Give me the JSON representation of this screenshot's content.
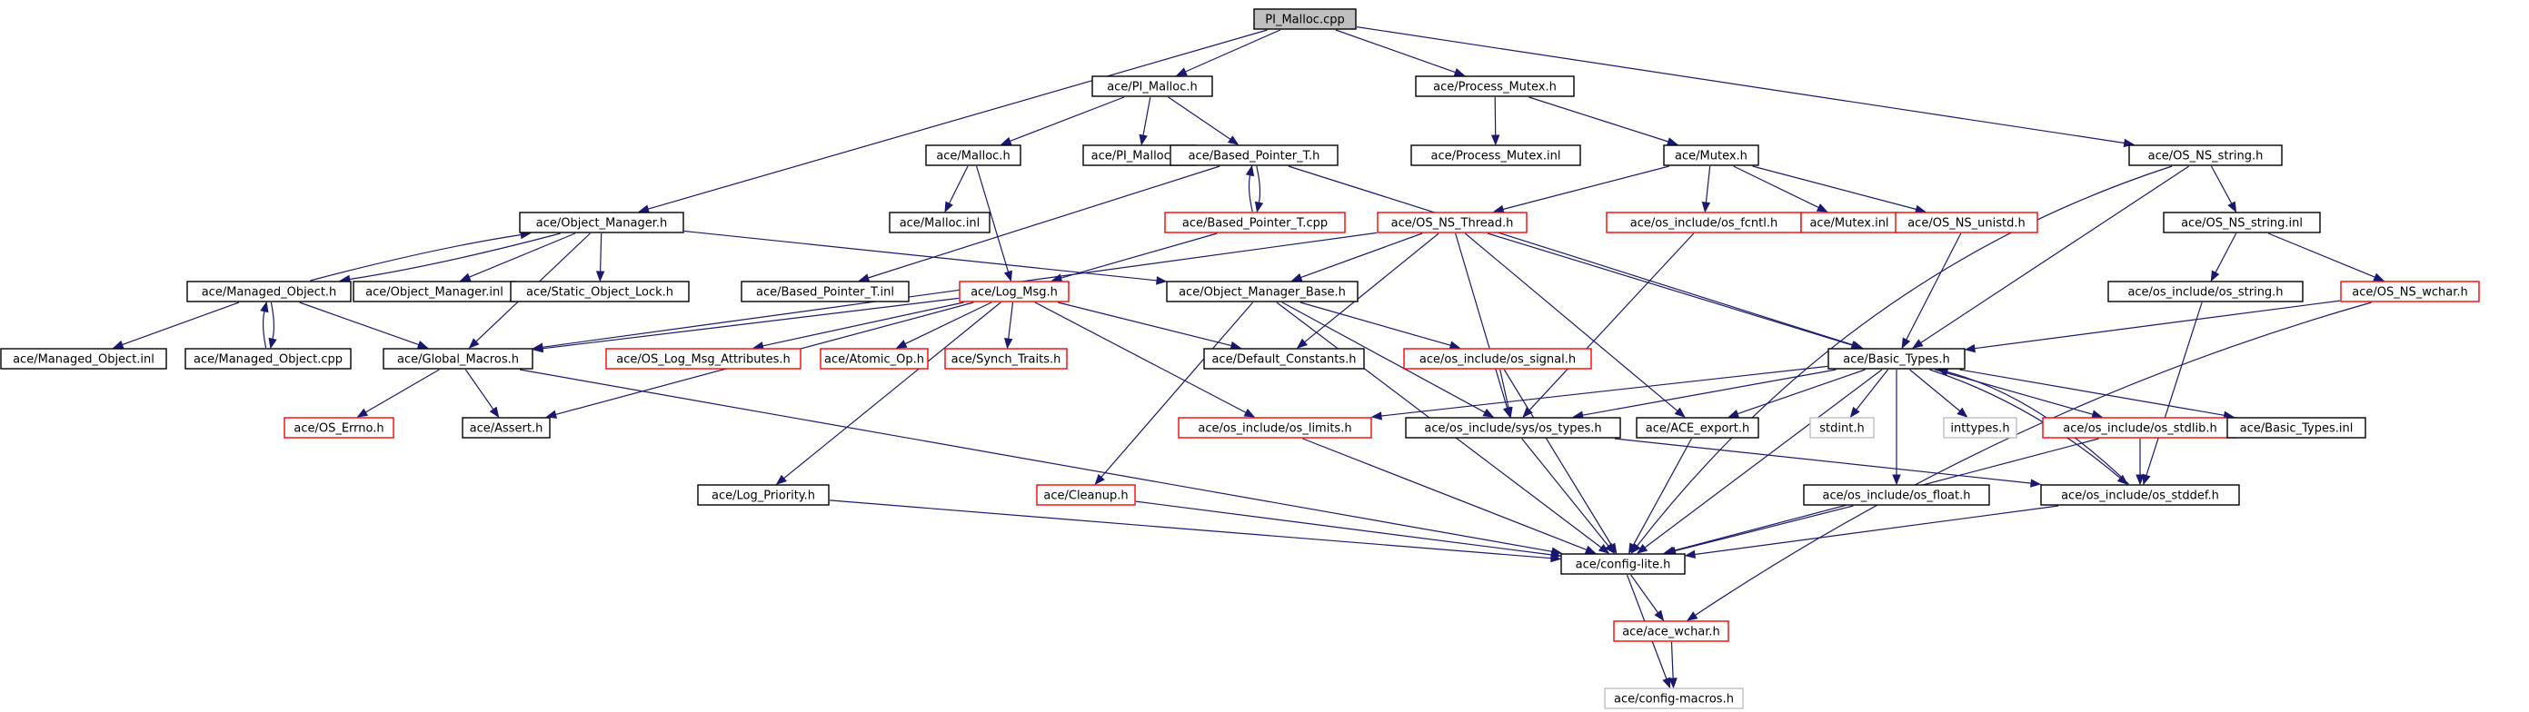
{
  "colors": {
    "edge": "#191970",
    "border_linked": "#000000",
    "border_broken": "#ff0000",
    "border_external": "#bfbfbf",
    "root_fill": "#bfbfbf",
    "node_fill": "#ffffff"
  },
  "nodes": [
    {
      "id": "pi_malloc_cpp",
      "label": "PI_Malloc.cpp",
      "kind": "root"
    },
    {
      "id": "pi_malloc_h",
      "label": "ace/PI_Malloc.h",
      "kind": "linked"
    },
    {
      "id": "process_mutex_h",
      "label": "ace/Process_Mutex.h",
      "kind": "linked"
    },
    {
      "id": "malloc_h",
      "label": "ace/Malloc.h",
      "kind": "linked"
    },
    {
      "id": "pi_malloc_inl",
      "label": "ace/PI_Malloc.inl",
      "kind": "linked"
    },
    {
      "id": "based_pointer_t_h",
      "label": "ace/Based_Pointer_T.h",
      "kind": "linked"
    },
    {
      "id": "process_mutex_inl",
      "label": "ace/Process_Mutex.inl",
      "kind": "linked"
    },
    {
      "id": "mutex_h",
      "label": "ace/Mutex.h",
      "kind": "linked"
    },
    {
      "id": "os_ns_string_h",
      "label": "ace/OS_NS_string.h",
      "kind": "linked"
    },
    {
      "id": "malloc_inl",
      "label": "ace/Malloc.inl",
      "kind": "linked"
    },
    {
      "id": "based_pointer_t_cpp",
      "label": "ace/Based_Pointer_T.cpp",
      "kind": "broken"
    },
    {
      "id": "os_ns_thread_h",
      "label": "ace/OS_NS_Thread.h",
      "kind": "broken"
    },
    {
      "id": "os_fcntl_h",
      "label": "ace/os_include/os_fcntl.h",
      "kind": "broken"
    },
    {
      "id": "mutex_inl",
      "label": "ace/Mutex.inl",
      "kind": "broken"
    },
    {
      "id": "os_ns_unistd_h",
      "label": "ace/OS_NS_unistd.h",
      "kind": "broken"
    },
    {
      "id": "object_manager_h",
      "label": "ace/Object_Manager.h",
      "kind": "linked"
    },
    {
      "id": "os_ns_string_inl",
      "label": "ace/OS_NS_string.inl",
      "kind": "linked"
    },
    {
      "id": "managed_object_h",
      "label": "ace/Managed_Object.h",
      "kind": "linked"
    },
    {
      "id": "object_manager_inl",
      "label": "ace/Object_Manager.inl",
      "kind": "linked"
    },
    {
      "id": "static_object_lock_h",
      "label": "ace/Static_Object_Lock.h",
      "kind": "linked"
    },
    {
      "id": "based_pointer_t_inl",
      "label": "ace/Based_Pointer_T.inl",
      "kind": "linked"
    },
    {
      "id": "log_msg_h",
      "label": "ace/Log_Msg.h",
      "kind": "broken"
    },
    {
      "id": "object_manager_base_h",
      "label": "ace/Object_Manager_Base.h",
      "kind": "linked"
    },
    {
      "id": "os_string_h",
      "label": "ace/os_include/os_string.h",
      "kind": "linked"
    },
    {
      "id": "os_ns_wchar_h",
      "label": "ace/OS_NS_wchar.h",
      "kind": "broken"
    },
    {
      "id": "managed_object_inl",
      "label": "ace/Managed_Object.inl",
      "kind": "linked"
    },
    {
      "id": "managed_object_cpp",
      "label": "ace/Managed_Object.cpp",
      "kind": "linked"
    },
    {
      "id": "global_macros_h",
      "label": "ace/Global_Macros.h",
      "kind": "linked"
    },
    {
      "id": "os_log_msg_attributes_h",
      "label": "ace/OS_Log_Msg_Attributes.h",
      "kind": "broken"
    },
    {
      "id": "atomic_op_h",
      "label": "ace/Atomic_Op.h",
      "kind": "broken"
    },
    {
      "id": "synch_traits_h",
      "label": "ace/Synch_Traits.h",
      "kind": "broken"
    },
    {
      "id": "default_constants_h",
      "label": "ace/Default_Constants.h",
      "kind": "linked"
    },
    {
      "id": "os_signal_h",
      "label": "ace/os_include/os_signal.h",
      "kind": "broken"
    },
    {
      "id": "basic_types_h",
      "label": "ace/Basic_Types.h",
      "kind": "linked"
    },
    {
      "id": "os_errno_h",
      "label": "ace/OS_Errno.h",
      "kind": "broken"
    },
    {
      "id": "assert_h",
      "label": "ace/Assert.h",
      "kind": "linked"
    },
    {
      "id": "os_limits_h",
      "label": "ace/os_include/os_limits.h",
      "kind": "broken"
    },
    {
      "id": "sys_os_types_h",
      "label": "ace/os_include/sys/os_types.h",
      "kind": "linked"
    },
    {
      "id": "ace_export_h",
      "label": "ace/ACE_export.h",
      "kind": "linked"
    },
    {
      "id": "stdint_h",
      "label": "stdint.h",
      "kind": "external"
    },
    {
      "id": "inttypes_h",
      "label": "inttypes.h",
      "kind": "external"
    },
    {
      "id": "os_stdlib_h",
      "label": "ace/os_include/os_stdlib.h",
      "kind": "broken"
    },
    {
      "id": "basic_types_inl",
      "label": "ace/Basic_Types.inl",
      "kind": "linked"
    },
    {
      "id": "log_priority_h",
      "label": "ace/Log_Priority.h",
      "kind": "linked"
    },
    {
      "id": "cleanup_h",
      "label": "ace/Cleanup.h",
      "kind": "broken"
    },
    {
      "id": "os_float_h",
      "label": "ace/os_include/os_float.h",
      "kind": "linked"
    },
    {
      "id": "os_stddef_h",
      "label": "ace/os_include/os_stddef.h",
      "kind": "linked"
    },
    {
      "id": "config_lite_h",
      "label": "ace/config-lite.h",
      "kind": "linked"
    },
    {
      "id": "ace_wchar_h",
      "label": "ace/ace_wchar.h",
      "kind": "broken"
    },
    {
      "id": "config_macros_h",
      "label": "ace/config-macros.h",
      "kind": "external"
    }
  ],
  "edges": [
    {
      "from": "pi_malloc_cpp",
      "to": "pi_malloc_h"
    },
    {
      "from": "pi_malloc_cpp",
      "to": "process_mutex_h"
    },
    {
      "from": "pi_malloc_cpp",
      "to": "object_manager_h"
    },
    {
      "from": "pi_malloc_cpp",
      "to": "os_ns_string_h"
    },
    {
      "from": "pi_malloc_h",
      "to": "malloc_h"
    },
    {
      "from": "pi_malloc_h",
      "to": "pi_malloc_inl"
    },
    {
      "from": "pi_malloc_h",
      "to": "based_pointer_t_h"
    },
    {
      "from": "process_mutex_h",
      "to": "process_mutex_inl"
    },
    {
      "from": "process_mutex_h",
      "to": "mutex_h"
    },
    {
      "from": "malloc_h",
      "to": "malloc_inl"
    },
    {
      "from": "malloc_h",
      "to": "log_msg_h"
    },
    {
      "from": "based_pointer_t_h",
      "to": "based_pointer_t_cpp"
    },
    {
      "from": "based_pointer_t_h",
      "to": "based_pointer_t_inl"
    },
    {
      "from": "based_pointer_t_h",
      "to": "basic_types_h"
    },
    {
      "from": "based_pointer_t_cpp",
      "to": "based_pointer_t_h"
    },
    {
      "from": "based_pointer_t_cpp",
      "to": "log_msg_h"
    },
    {
      "from": "mutex_h",
      "to": "os_ns_thread_h"
    },
    {
      "from": "mutex_h",
      "to": "os_fcntl_h"
    },
    {
      "from": "mutex_h",
      "to": "mutex_inl"
    },
    {
      "from": "mutex_h",
      "to": "os_ns_unistd_h"
    },
    {
      "from": "os_ns_string_h",
      "to": "os_ns_string_inl"
    },
    {
      "from": "os_ns_string_h",
      "to": "basic_types_h"
    },
    {
      "from": "os_ns_string_h",
      "to": "config_lite_h"
    },
    {
      "from": "os_ns_string_inl",
      "to": "os_string_h"
    },
    {
      "from": "os_ns_string_inl",
      "to": "os_ns_wchar_h"
    },
    {
      "from": "os_ns_wchar_h",
      "to": "basic_types_h"
    },
    {
      "from": "os_ns_wchar_h",
      "to": "ace_wchar_h"
    },
    {
      "from": "os_string_h",
      "to": "os_stddef_h"
    },
    {
      "from": "os_ns_thread_h",
      "to": "global_macros_h"
    },
    {
      "from": "os_ns_thread_h",
      "to": "object_manager_base_h"
    },
    {
      "from": "os_ns_thread_h",
      "to": "default_constants_h"
    },
    {
      "from": "os_ns_thread_h",
      "to": "basic_types_h"
    },
    {
      "from": "os_ns_thread_h",
      "to": "sys_os_types_h"
    },
    {
      "from": "os_ns_thread_h",
      "to": "ace_export_h"
    },
    {
      "from": "os_fcntl_h",
      "to": "sys_os_types_h"
    },
    {
      "from": "os_ns_unistd_h",
      "to": "basic_types_h"
    },
    {
      "from": "object_manager_h",
      "to": "managed_object_h"
    },
    {
      "from": "object_manager_h",
      "to": "object_manager_inl"
    },
    {
      "from": "object_manager_h",
      "to": "static_object_lock_h"
    },
    {
      "from": "object_manager_h",
      "to": "global_macros_h"
    },
    {
      "from": "object_manager_h",
      "to": "object_manager_base_h"
    },
    {
      "from": "managed_object_h",
      "to": "object_manager_h"
    },
    {
      "from": "managed_object_h",
      "to": "managed_object_inl"
    },
    {
      "from": "managed_object_h",
      "to": "managed_object_cpp"
    },
    {
      "from": "managed_object_h",
      "to": "global_macros_h"
    },
    {
      "from": "managed_object_cpp",
      "to": "managed_object_h"
    },
    {
      "from": "log_msg_h",
      "to": "global_macros_h"
    },
    {
      "from": "log_msg_h",
      "to": "assert_h"
    },
    {
      "from": "log_msg_h",
      "to": "log_priority_h"
    },
    {
      "from": "log_msg_h",
      "to": "os_log_msg_attributes_h"
    },
    {
      "from": "log_msg_h",
      "to": "atomic_op_h"
    },
    {
      "from": "log_msg_h",
      "to": "synch_traits_h"
    },
    {
      "from": "log_msg_h",
      "to": "default_constants_h"
    },
    {
      "from": "log_msg_h",
      "to": "os_limits_h"
    },
    {
      "from": "object_manager_base_h",
      "to": "cleanup_h"
    },
    {
      "from": "object_manager_base_h",
      "to": "os_signal_h"
    },
    {
      "from": "object_manager_base_h",
      "to": "config_lite_h"
    },
    {
      "from": "object_manager_base_h",
      "to": "sys_os_types_h"
    },
    {
      "from": "global_macros_h",
      "to": "os_errno_h"
    },
    {
      "from": "global_macros_h",
      "to": "assert_h"
    },
    {
      "from": "global_macros_h",
      "to": "config_lite_h"
    },
    {
      "from": "os_signal_h",
      "to": "sys_os_types_h"
    },
    {
      "from": "os_signal_h",
      "to": "config_lite_h"
    },
    {
      "from": "basic_types_h",
      "to": "os_limits_h"
    },
    {
      "from": "basic_types_h",
      "to": "sys_os_types_h"
    },
    {
      "from": "basic_types_h",
      "to": "ace_export_h"
    },
    {
      "from": "basic_types_h",
      "to": "stdint_h"
    },
    {
      "from": "basic_types_h",
      "to": "inttypes_h"
    },
    {
      "from": "basic_types_h",
      "to": "os_stdlib_h"
    },
    {
      "from": "basic_types_h",
      "to": "basic_types_inl"
    },
    {
      "from": "basic_types_h",
      "to": "os_float_h"
    },
    {
      "from": "basic_types_h",
      "to": "os_stddef_h"
    },
    {
      "from": "basic_types_h",
      "to": "config_lite_h"
    },
    {
      "from": "os_limits_h",
      "to": "config_lite_h"
    },
    {
      "from": "sys_os_types_h",
      "to": "config_lite_h"
    },
    {
      "from": "sys_os_types_h",
      "to": "os_stddef_h"
    },
    {
      "from": "ace_export_h",
      "to": "config_lite_h"
    },
    {
      "from": "os_stdlib_h",
      "to": "os_stddef_h"
    },
    {
      "from": "os_stdlib_h",
      "to": "config_lite_h"
    },
    {
      "from": "os_stddef_h",
      "to": "config_lite_h"
    },
    {
      "from": "os_stddef_h",
      "to": "basic_types_h"
    },
    {
      "from": "os_float_h",
      "to": "config_lite_h"
    },
    {
      "from": "log_priority_h",
      "to": "config_lite_h"
    },
    {
      "from": "cleanup_h",
      "to": "config_lite_h"
    },
    {
      "from": "config_lite_h",
      "to": "ace_wchar_h"
    },
    {
      "from": "config_lite_h",
      "to": "config_macros_h"
    },
    {
      "from": "ace_wchar_h",
      "to": "config_macros_h"
    }
  ]
}
